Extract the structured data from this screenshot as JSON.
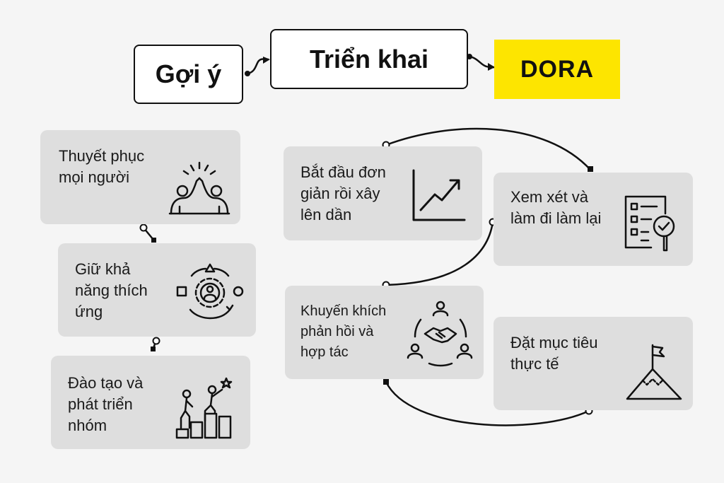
{
  "header": {
    "suggest": "Gợi ý",
    "deploy": "Triển khai",
    "dora": "DORA"
  },
  "left_cards": [
    {
      "label": "Thuyết phục\nmọi người",
      "icon": "high-five-icon"
    },
    {
      "label": "Giữ khả\nnăng thích\nứng",
      "icon": "adaptive-gear-icon"
    },
    {
      "label": "Đào tạo và\nphát triển\nnhóm",
      "icon": "team-growth-steps-icon"
    }
  ],
  "right_cards": [
    {
      "label": "Bắt đầu đơn\ngiản rồi xây\nlên dần",
      "icon": "growth-chart-icon"
    },
    {
      "label": "Xem xét và\nlàm đi làm lại",
      "icon": "checklist-review-icon"
    },
    {
      "label": "Khuyến khích\nphản hồi và\nhợp tác",
      "icon": "handshake-collaboration-icon"
    },
    {
      "label": "Đặt mục tiêu\nthực tế",
      "icon": "mountain-flag-icon"
    }
  ],
  "colors": {
    "accent": "#fde500",
    "card": "#dedede",
    "background": "#f5f5f5",
    "line": "#111111"
  }
}
